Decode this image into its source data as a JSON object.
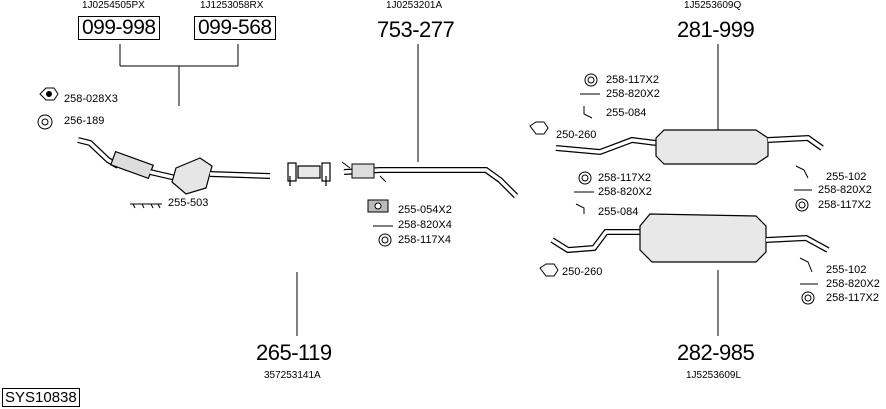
{
  "parts": {
    "p1_oem": "1J0254505PX",
    "p1_code": "099-998",
    "p2_oem": "1J1253058RX",
    "p2_code": "099-568",
    "p3_oem": "1J0253201A",
    "p3_code": "753-277",
    "p4_oem": "1J5253609Q",
    "p4_code": "281-999",
    "p5_code": "265-119",
    "p5_oem": "357253141A",
    "p6_code": "282-985",
    "p6_oem": "1J5253609L"
  },
  "accessories": {
    "a1": "258-028X3",
    "a2": "256-189",
    "a3": "255-503",
    "a4": "255-054X2",
    "a5": "258-820X4",
    "a6": "258-117X4",
    "a7": "258-117X2",
    "a8": "258-820X2",
    "a9": "255-084",
    "a10": "250-260",
    "a11": "255-102",
    "a12": "258-820X2",
    "a13": "258-117X2",
    "a14": "258-117X2",
    "a15": "258-820X2",
    "a16": "255-084",
    "a17": "250-260",
    "a18": "255-102",
    "a19": "258-820X2",
    "a20": "258-117X2"
  },
  "system_code": "SYS10838"
}
